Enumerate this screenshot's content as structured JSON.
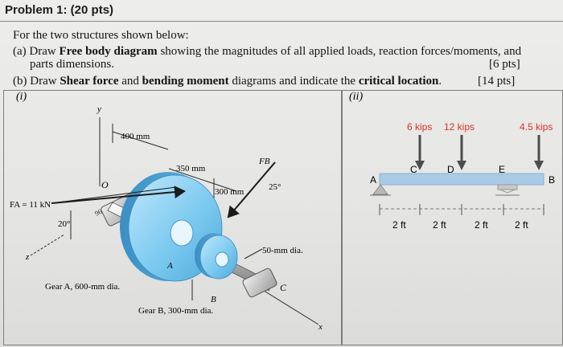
{
  "problem": {
    "title": "Problem 1: (20 pts)",
    "intro": "For the two structures shown below:",
    "part_a_prefix": "(a) Draw ",
    "part_a_bold": "Free body diagram",
    "part_a_suffix": " showing the magnitudes of all applied loads, reaction forces/moments, and",
    "part_a_line2": "parts dimensions.",
    "part_a_points": "[6 pts]",
    "part_b_prefix": "(b) Draw ",
    "part_b_bold1": "Shear force",
    "part_b_and": " and ",
    "part_b_bold2": "bending moment",
    "part_b_mid": " diagrams and indicate the ",
    "part_b_bold3": "critical location",
    "part_b_end": ".",
    "part_b_points": "[14 pts]"
  },
  "figure_i": {
    "label": "(i)",
    "axis_y": "y",
    "axis_z": "z",
    "axis_x": "x",
    "point_o": "O",
    "dim_400": "400 mm",
    "dim_350": "350 mm",
    "dim_300": "300 mm",
    "force_fb": "FB",
    "angle_25": "25°",
    "force_fa": "FA = 11 kN",
    "angle_20": "20°",
    "shaft_dia": "50-mm dia.",
    "gear_a_letter": "A",
    "gear_b_letter": "B",
    "bearing_c": "C",
    "gear_a_label": "Gear A, 600-mm dia.",
    "gear_b_label": "Gear B, 300-mm dia.",
    "bearing_marks": "96"
  },
  "figure_ii": {
    "label": "(ii)",
    "load1": "6 kips",
    "load2": "12 kips",
    "load3": "4.5 kips",
    "pt_a": "A",
    "pt_b": "B",
    "pt_c": "C",
    "pt_d": "D",
    "pt_e": "E",
    "spans": [
      "2 ft",
      "2 ft",
      "2 ft",
      "2 ft"
    ],
    "colors": {
      "beam": "#a9cbe8",
      "arrow": "#4d4d4d",
      "load_text": "#d8342a",
      "support": "#b9b9b9"
    }
  }
}
